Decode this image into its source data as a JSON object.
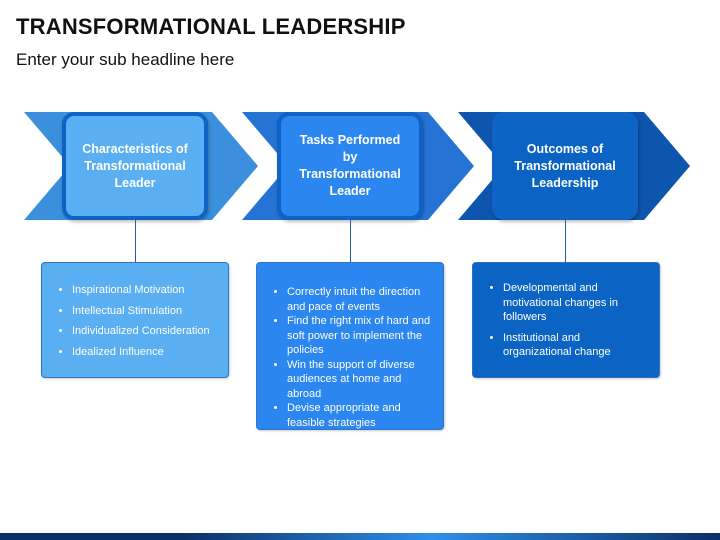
{
  "header": {
    "title": "TRANSFORMATIONAL LEADERSHIP",
    "subtitle": "Enter your sub headline here"
  },
  "steps": [
    {
      "title": "Characteristics of Transformational Leader",
      "box_color": "#5aaef2",
      "arrow_color": "#3b8fdc",
      "items": [
        "Inspirational Motivation",
        "Intellectual Stimulation",
        "Individualized Consideration",
        "Idealized Influence"
      ]
    },
    {
      "title": "Tasks Performed by Transformational Leader",
      "box_color": "#2b86ef",
      "arrow_color": "#2673d6",
      "items": [
        "Correctly intuit the direction and pace of events",
        "Find the right mix of hard and soft power to implement the policies",
        "Win the support of diverse audiences at home and abroad",
        "Devise appropriate and feasible strategies"
      ]
    },
    {
      "title": "Outcomes of Transformational Leadership",
      "box_color": "#0b64c4",
      "arrow_color": "#0d55ad",
      "items": [
        "Developmental and motivational changes in followers",
        "Institutional and organizational change"
      ]
    }
  ],
  "colors": {
    "border": "#0f63c4",
    "connector": "#1f5fa8",
    "bar_dark": "#0b2f66",
    "bar_light": "#2f8fe8"
  }
}
